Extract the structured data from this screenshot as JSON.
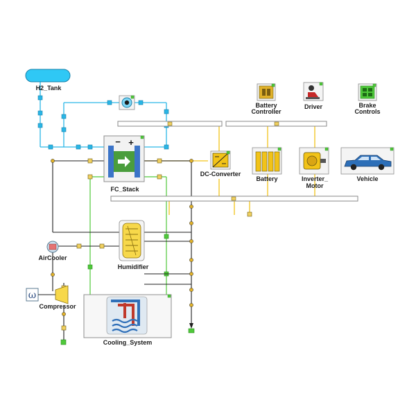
{
  "diagram": {
    "colors": {
      "hydrogen": "#29b6e6",
      "air": "#8f8f8f",
      "electrical": "#f2c318",
      "coolant": "#4fc93a",
      "mechanical": "#1d1d1d",
      "bus_fill": "#ffffff",
      "bus_stroke": "#8a8a8a",
      "block_border": "#8c8c8c"
    },
    "blocks": {
      "h2_tank": {
        "label": "H2_Tank",
        "icon": "tank-icon"
      },
      "fc_stack": {
        "label": "FC_Stack",
        "icon": "fuel-cell-icon",
        "minus": "−",
        "plus": "+"
      },
      "dc_converter": {
        "label": "DC-Converter",
        "icon": "dc-converter-icon"
      },
      "battery": {
        "label": "Battery",
        "icon": "battery-icon"
      },
      "inverter_motor": {
        "label_line1": "Inverter_",
        "label_line2": "Motor",
        "icon": "motor-icon"
      },
      "vehicle": {
        "label": "Vehicle",
        "icon": "car-icon"
      },
      "battery_controller": {
        "label_line1": "Battery",
        "label_line2": "Controller",
        "icon": "controller-icon"
      },
      "driver": {
        "label": "Driver",
        "icon": "driver-icon"
      },
      "brake_controls": {
        "label_line1": "Brake",
        "label_line2": "Controls",
        "icon": "brake-icon"
      },
      "air_cooler": {
        "label": "AirCooler",
        "icon": "cooler-icon"
      },
      "humidifier": {
        "label": "Humidifier",
        "icon": "humidifier-icon"
      },
      "compressor": {
        "label": "Compressor",
        "icon": "compressor-icon"
      },
      "speed_source": {
        "symbol": "ω",
        "icon": "speed-source-icon"
      },
      "cooling_system": {
        "label": "Cooling_System",
        "icon": "cooling-icon"
      },
      "h2_pump": {
        "icon": "pump-icon"
      }
    }
  }
}
